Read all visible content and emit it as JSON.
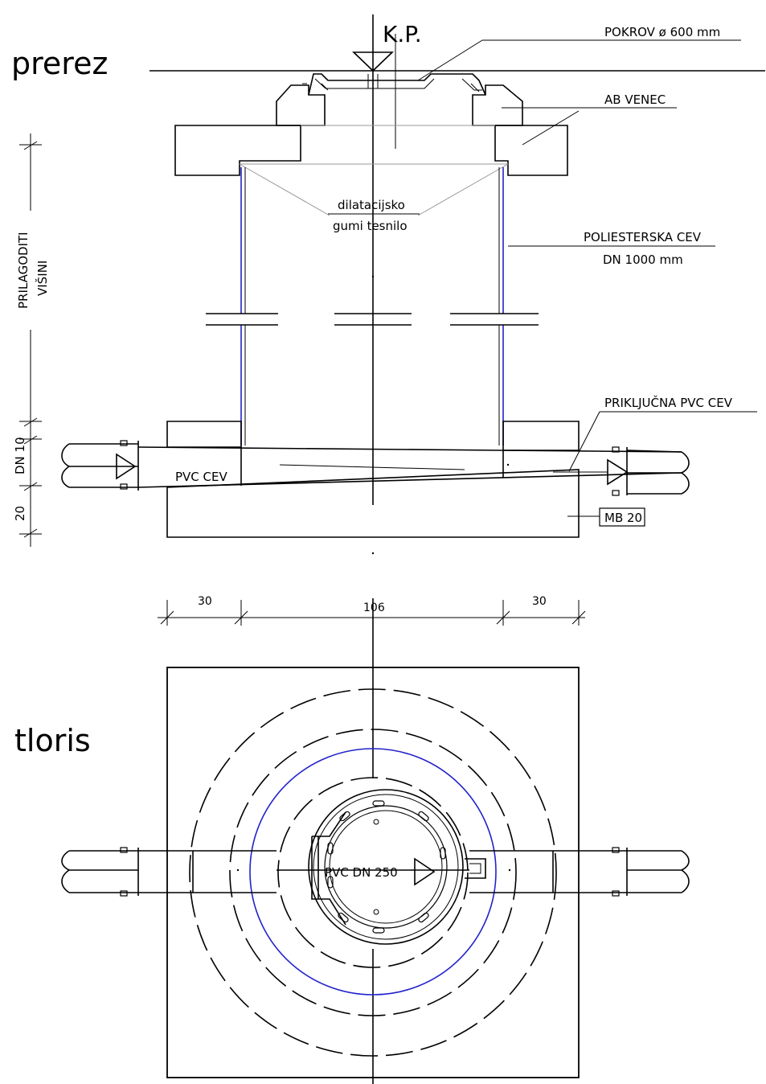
{
  "section_title": "prerez",
  "plan_title": "tloris",
  "labels": {
    "kp": "K.P.",
    "pokrov": "POKROV ø 600 mm",
    "ab_venec": "AB VENEC",
    "dilatacijsko": "dilatacijsko",
    "gumi_tesnilo": "gumi tesnilo",
    "poliesterska_cev": "POLIESTERSKA CEV",
    "dn_1000": "DN 1000 mm",
    "prilagoditi": "PRILAGODITI",
    "visini": "VIŠINI",
    "prikljucna": "PRIKLJUČNA PVC CEV",
    "pvc_cev": "PVC CEV",
    "mb20": "MB 20",
    "dn_10": "DN  10",
    "dim_20": "20",
    "pvc_dn_250": "PVC DN 250"
  },
  "dimensions": {
    "left": "30",
    "center": "106",
    "right": "30"
  },
  "colors": {
    "pipe_wall": "#2222cc",
    "lines": "#000000",
    "hatch": "#888888"
  }
}
